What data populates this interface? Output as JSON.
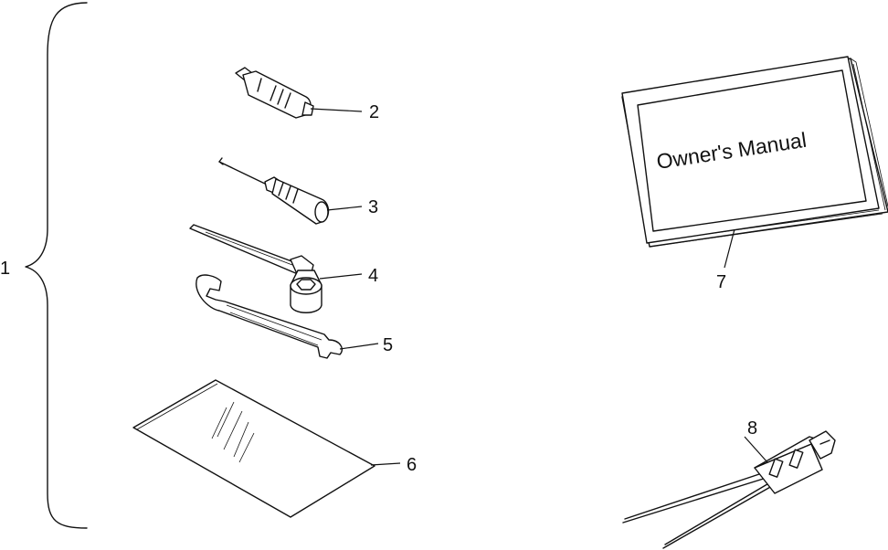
{
  "callouts": {
    "kit": "1",
    "fuse_tester": "2",
    "screwdriver": "3",
    "socket_wrench": "4",
    "open_end_wrench": "5",
    "tool_bag": "6",
    "owners_manual": "7",
    "connector_lead": "8"
  },
  "manual": {
    "cover_title": "Owner's Manual"
  }
}
